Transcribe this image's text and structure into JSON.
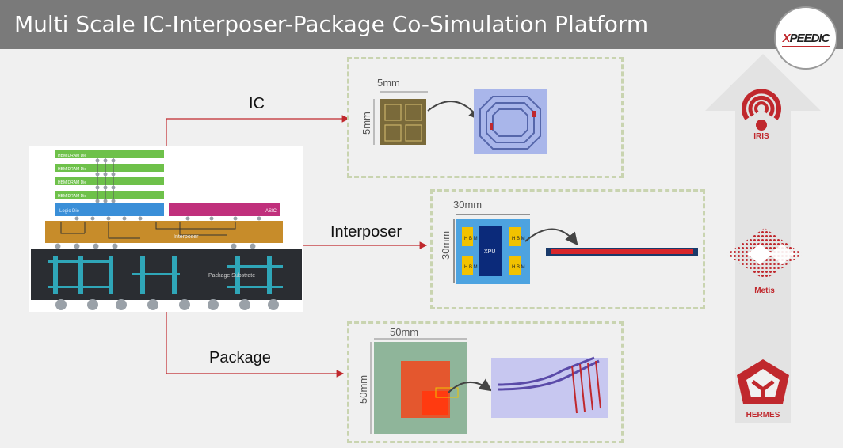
{
  "title": "Multi Scale IC-Interposer-Package Co-Simulation Platform",
  "logo": {
    "prefix": "X",
    "text": "PEEDIC"
  },
  "stack": {
    "hbm_labels": [
      "HBM DRAM Die",
      "HBM DRAM Die",
      "HBM DRAM Die",
      "HBM DRAM Die"
    ],
    "logic_label": "Logic Die",
    "asic_label": "ASIC",
    "interposer_label": "Interposer",
    "substrate_label": "Package Substrate"
  },
  "levels": {
    "ic": {
      "label": "IC",
      "dim_h": "5mm",
      "dim_v": "5mm"
    },
    "interposer": {
      "label": "Interposer",
      "dim_h": "30mm",
      "dim_v": "30mm",
      "hbm": "H B M",
      "xpu": "XPU"
    },
    "package": {
      "label": "Package",
      "dim_h": "50mm",
      "dim_v": "50mm"
    }
  },
  "tools": [
    {
      "name": "IRIS",
      "icon": "wireless-antenna-icon"
    },
    {
      "name": "Metis",
      "icon": "diamond-mesh-icon"
    },
    {
      "name": "HERMES",
      "icon": "hermes-trefoil-icon"
    }
  ],
  "colors": {
    "accent": "#c0282d",
    "title_bg": "#7a7a7a",
    "panel_border": "#c9d4b0"
  }
}
